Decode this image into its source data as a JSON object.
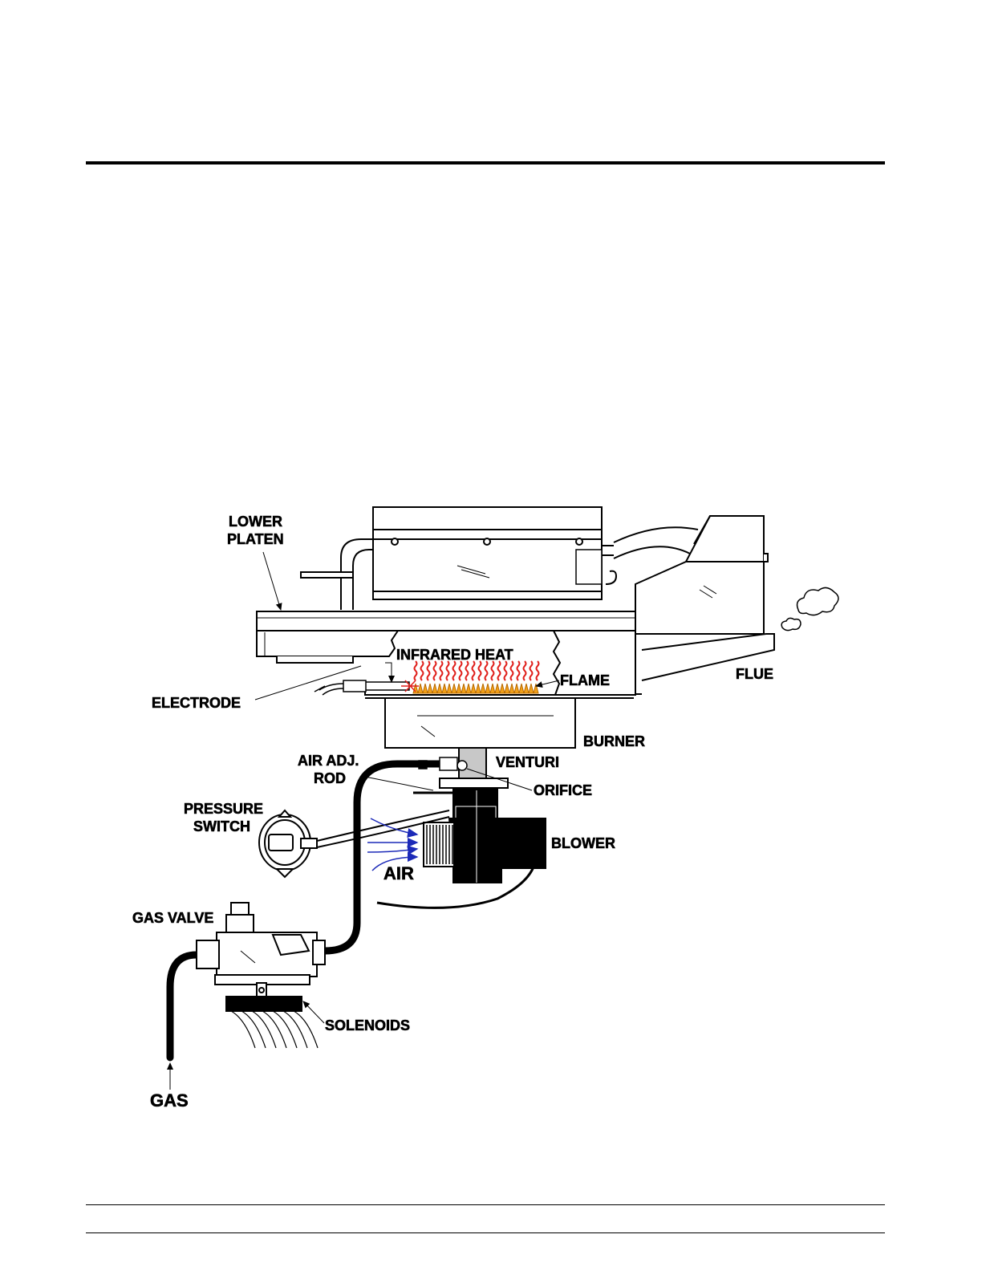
{
  "labels": {
    "lower_platen_1": "LOWER",
    "lower_platen_2": "PLATEN",
    "infrared_heat": "INFRARED HEAT",
    "flame": "FLAME",
    "flue": "FLUE",
    "electrode": "ELECTRODE",
    "burner": "BURNER",
    "venturi": "VENTURI",
    "air_adj_1": "AIR ADJ.",
    "air_adj_2": "ROD",
    "orifice": "ORIFICE",
    "pressure_switch_1": "PRESSURE",
    "pressure_switch_2": "SWITCH",
    "blower": "BLOWER",
    "air": "AIR",
    "gas_valve": "GAS VALVE",
    "solenoids": "SOLENOIDS",
    "gas": "GAS"
  },
  "colors": {
    "heat_waves": "#e0201c",
    "flame": "#f2a11a",
    "air_arrows": "#1c2ab8",
    "line": "#000000"
  }
}
